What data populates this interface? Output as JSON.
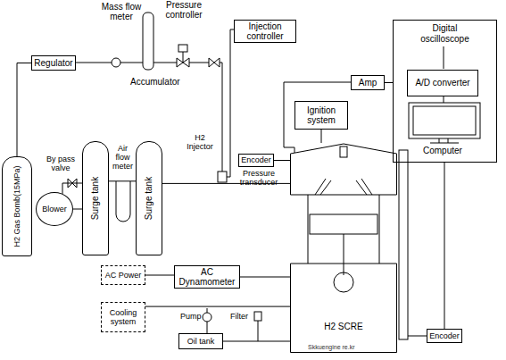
{
  "diagram": {
    "nodes": [
      {
        "text": [
          "Injection controller"
        ]
      },
      {
        "text": [
          "Digital oscilloscope"
        ]
      },
      {
        "text": [
          "A/D converter"
        ],
        "in": 1
      },
      {
        "text": [
          "Regulator"
        ]
      },
      {
        "text": [
          "Amp"
        ]
      },
      {
        "text": [
          "Ignition system"
        ]
      },
      {
        "text": [
          "Encoder"
        ]
      },
      {
        "text": [
          "H2 Gas Bomb(15MPa)"
        ]
      },
      {
        "text": [
          "Blower"
        ]
      },
      {
        "text": [
          "Surge tank"
        ]
      },
      {
        "text": [
          "Surge tank"
        ]
      },
      {
        "text": [
          "H2 SCRE"
        ]
      },
      {
        "text": [
          "Encoder"
        ]
      },
      {
        "text": [
          "AC Power"
        ]
      },
      {
        "text": [
          "AC Dynamometer"
        ]
      },
      {
        "text": [
          "Cooling system"
        ]
      },
      {
        "text": [
          "Oil tank"
        ]
      }
    ],
    "edges": [
      {
        "from": 7,
        "to": 3,
        "arrow": "none"
      },
      {
        "from": 5,
        "to": 11,
        "arrow": "none"
      },
      {
        "from": 4,
        "to": 1,
        "arrow": "none"
      },
      {
        "from": 12,
        "to": 1,
        "arrow": "none"
      },
      {
        "from": 6,
        "to": 11,
        "arrow": "none"
      },
      {
        "from": 13,
        "to": 14,
        "arrow": "none"
      },
      {
        "from": 14,
        "to": 11,
        "arrow": "none"
      },
      {
        "from": 15,
        "to": 11,
        "arrow": "none"
      },
      {
        "from": 16,
        "to": 11,
        "arrow": "none"
      },
      {
        "from": 8,
        "to": 9,
        "arrow": "none"
      },
      {
        "from": 9,
        "to": 10,
        "arrow": "none"
      },
      {
        "from": 10,
        "to": 11,
        "arrow": "none"
      }
    ],
    "labels": [
      "Mass flow meter",
      "Pressure controller",
      "Accumulator",
      "H2 Injector",
      "Pressure transducer",
      "By pass valve",
      "Air flow meter",
      "Computer",
      "Pump",
      "Filter",
      "Skkuengine re.kr"
    ]
  }
}
